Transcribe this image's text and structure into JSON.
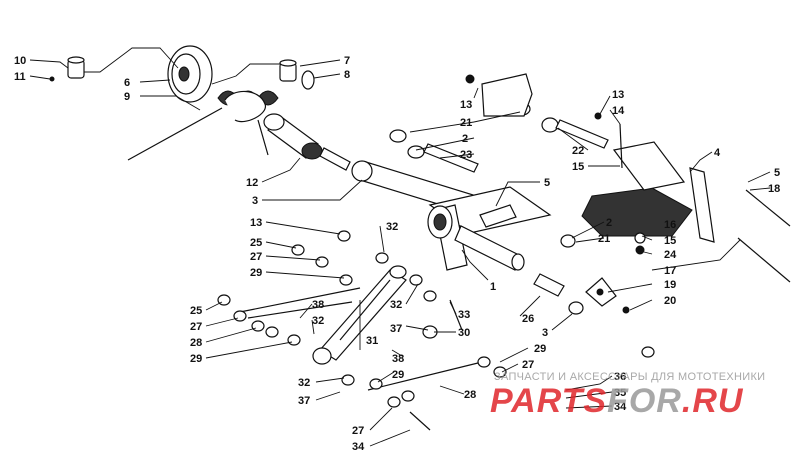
{
  "callouts": [
    {
      "id": "c10a",
      "text": "10"
    },
    {
      "id": "c11a",
      "text": "11"
    },
    {
      "id": "c6",
      "text": "6"
    },
    {
      "id": "c9",
      "text": "9"
    },
    {
      "id": "c7",
      "text": "7"
    },
    {
      "id": "c8",
      "text": "8"
    },
    {
      "id": "c12",
      "text": "12"
    },
    {
      "id": "c3a",
      "text": "3"
    },
    {
      "id": "c13a",
      "text": "13"
    },
    {
      "id": "c21a",
      "text": "21"
    },
    {
      "id": "c2a",
      "text": "2"
    },
    {
      "id": "c23",
      "text": "23"
    },
    {
      "id": "c13b",
      "text": "13"
    },
    {
      "id": "c14",
      "text": "14"
    },
    {
      "id": "c22",
      "text": "22"
    },
    {
      "id": "c15a",
      "text": "15"
    },
    {
      "id": "c5a",
      "text": "5"
    },
    {
      "id": "c4",
      "text": "4"
    },
    {
      "id": "c5b",
      "text": "5"
    },
    {
      "id": "c18",
      "text": "18"
    },
    {
      "id": "c13c",
      "text": "13"
    },
    {
      "id": "c32a",
      "text": "32"
    },
    {
      "id": "c25a",
      "text": "25"
    },
    {
      "id": "c27a",
      "text": "27"
    },
    {
      "id": "c29a",
      "text": "29"
    },
    {
      "id": "c2b",
      "text": "2"
    },
    {
      "id": "c21b",
      "text": "21"
    },
    {
      "id": "c16",
      "text": "16"
    },
    {
      "id": "c15b",
      "text": "15"
    },
    {
      "id": "c24",
      "text": "24"
    },
    {
      "id": "c17",
      "text": "17"
    },
    {
      "id": "c1",
      "text": "1"
    },
    {
      "id": "c19",
      "text": "19"
    },
    {
      "id": "c20",
      "text": "20"
    },
    {
      "id": "c25b",
      "text": "25"
    },
    {
      "id": "c27b",
      "text": "27"
    },
    {
      "id": "c38a",
      "text": "38"
    },
    {
      "id": "c32b",
      "text": "32"
    },
    {
      "id": "c28a",
      "text": "28"
    },
    {
      "id": "c29b",
      "text": "29"
    },
    {
      "id": "c32c",
      "text": "32"
    },
    {
      "id": "c33",
      "text": "33"
    },
    {
      "id": "c26",
      "text": "26"
    },
    {
      "id": "c37a",
      "text": "37"
    },
    {
      "id": "c30",
      "text": "30"
    },
    {
      "id": "c3b",
      "text": "3"
    },
    {
      "id": "c31",
      "text": "31"
    },
    {
      "id": "c38b",
      "text": "38"
    },
    {
      "id": "c29c",
      "text": "29"
    },
    {
      "id": "c27c",
      "text": "27"
    },
    {
      "id": "c29d",
      "text": "29"
    },
    {
      "id": "c36",
      "text": "36"
    },
    {
      "id": "c32d",
      "text": "32"
    },
    {
      "id": "c35",
      "text": "35"
    },
    {
      "id": "c37b",
      "text": "37"
    },
    {
      "id": "c28b",
      "text": "28"
    },
    {
      "id": "c34a",
      "text": "34"
    },
    {
      "id": "c27d",
      "text": "27"
    },
    {
      "id": "c34b",
      "text": "34"
    }
  ],
  "watermark": {
    "caption": "ЗАПЧАСТИ И АКСЕССУАРЫ ДЛЯ МОТОТЕХНИКИ",
    "brand_red": "PARTS",
    "brand_gray": "FOR",
    "brand_tld": ".RU",
    "color_red": "#e0262b",
    "color_gray": "#9a9a9a"
  }
}
